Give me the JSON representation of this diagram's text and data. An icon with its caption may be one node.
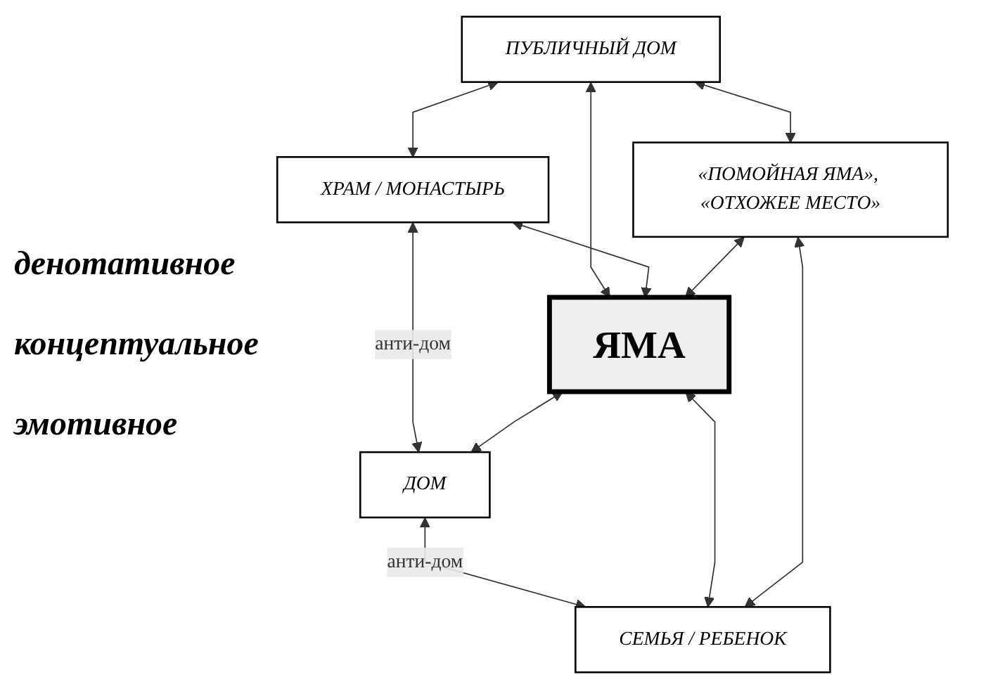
{
  "diagram": {
    "nodes": [
      {
        "text": [
          "ПУБЛИЧНЫЙ ДОМ"
        ]
      },
      {
        "text": [
          "ХРАМ / МОНАСТЫРЬ"
        ]
      },
      {
        "text": [
          "ЯМА"
        ]
      },
      {
        "text": [
          "ДОМ"
        ]
      },
      {
        "text": [
          "«ПОМОЙНАЯ ЯМА», «ОТХОЖЕЕ МЕСТО»"
        ]
      },
      {
        "text": [
          "СЕМЬЯ / РЕБЕНОК"
        ]
      }
    ],
    "edges": [
      {
        "from": 0,
        "to": 1,
        "arrow": "both"
      },
      {
        "from": 0,
        "to": 2,
        "arrow": "both"
      },
      {
        "from": 1,
        "to": 2,
        "arrow": "both"
      },
      {
        "from": 1,
        "to": 3,
        "arrow": "both",
        "label": "анти-дом"
      },
      {
        "from": 2,
        "to": 3,
        "arrow": "both"
      },
      {
        "from": 3,
        "to": 5,
        "arrow": "both",
        "label": "анти-дом"
      },
      {
        "from": 0,
        "to": 4,
        "arrow": "both"
      },
      {
        "from": 4,
        "to": 2,
        "arrow": "both"
      },
      {
        "from": 2,
        "to": 5,
        "arrow": "both"
      },
      {
        "from": 4,
        "to": 5,
        "arrow": "both"
      }
    ],
    "labels": [
      "денотативное",
      "концептуальное",
      "эмотивное"
    ]
  }
}
